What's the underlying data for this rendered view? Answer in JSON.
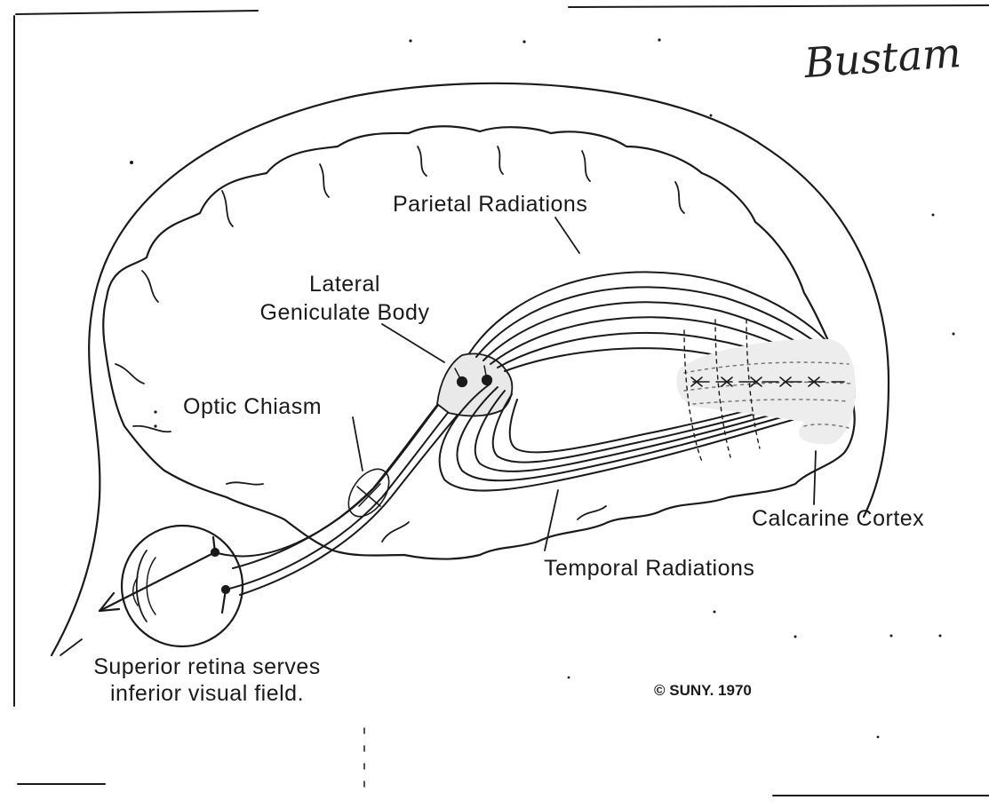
{
  "labels": {
    "parietal": "Parietal Radiations",
    "lateral_line1": "Lateral",
    "lateral_line2": "Geniculate Body",
    "optic_chiasm": "Optic Chiasm",
    "calcarine": "Calcarine Cortex",
    "temporal": "Temporal Radiations",
    "retina_line1": "Superior retina serves",
    "retina_line2": "inferior visual field.",
    "copyright": "© SUNY. 1970"
  },
  "signature": "Bustam",
  "colors": {
    "ink": "#1a1a1a",
    "stipple": "#777777",
    "paper": "#ffffff"
  }
}
